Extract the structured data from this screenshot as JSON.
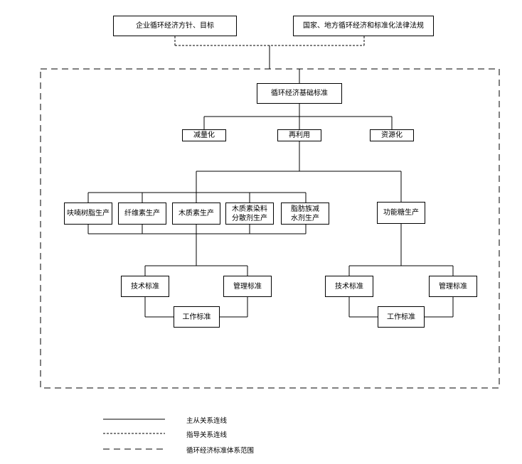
{
  "top": {
    "corporate_policy": "企业循环经济方针、目标",
    "laws": "国家、地方循环经济和标准化法律法规"
  },
  "root": "循环经济基础标准",
  "principles": [
    "减量化",
    "再利用",
    "资源化"
  ],
  "products": [
    "呋喃树脂生产",
    "纤维素生产",
    "木质素生产",
    "木质素染料\n分散剂生产",
    "脂肪族减\n水剂生产"
  ],
  "special_product": "功能糖生产",
  "left_group": {
    "tech": "技术标准",
    "mgmt": "管理标准",
    "work": "工作标准"
  },
  "right_group": {
    "tech": "技术标准",
    "mgmt": "管理标准",
    "work": "工作标准"
  },
  "legend": {
    "solid": "主从关系连线",
    "dotted": "指导关系连线",
    "dashed": "循环经济标准体系范围"
  }
}
